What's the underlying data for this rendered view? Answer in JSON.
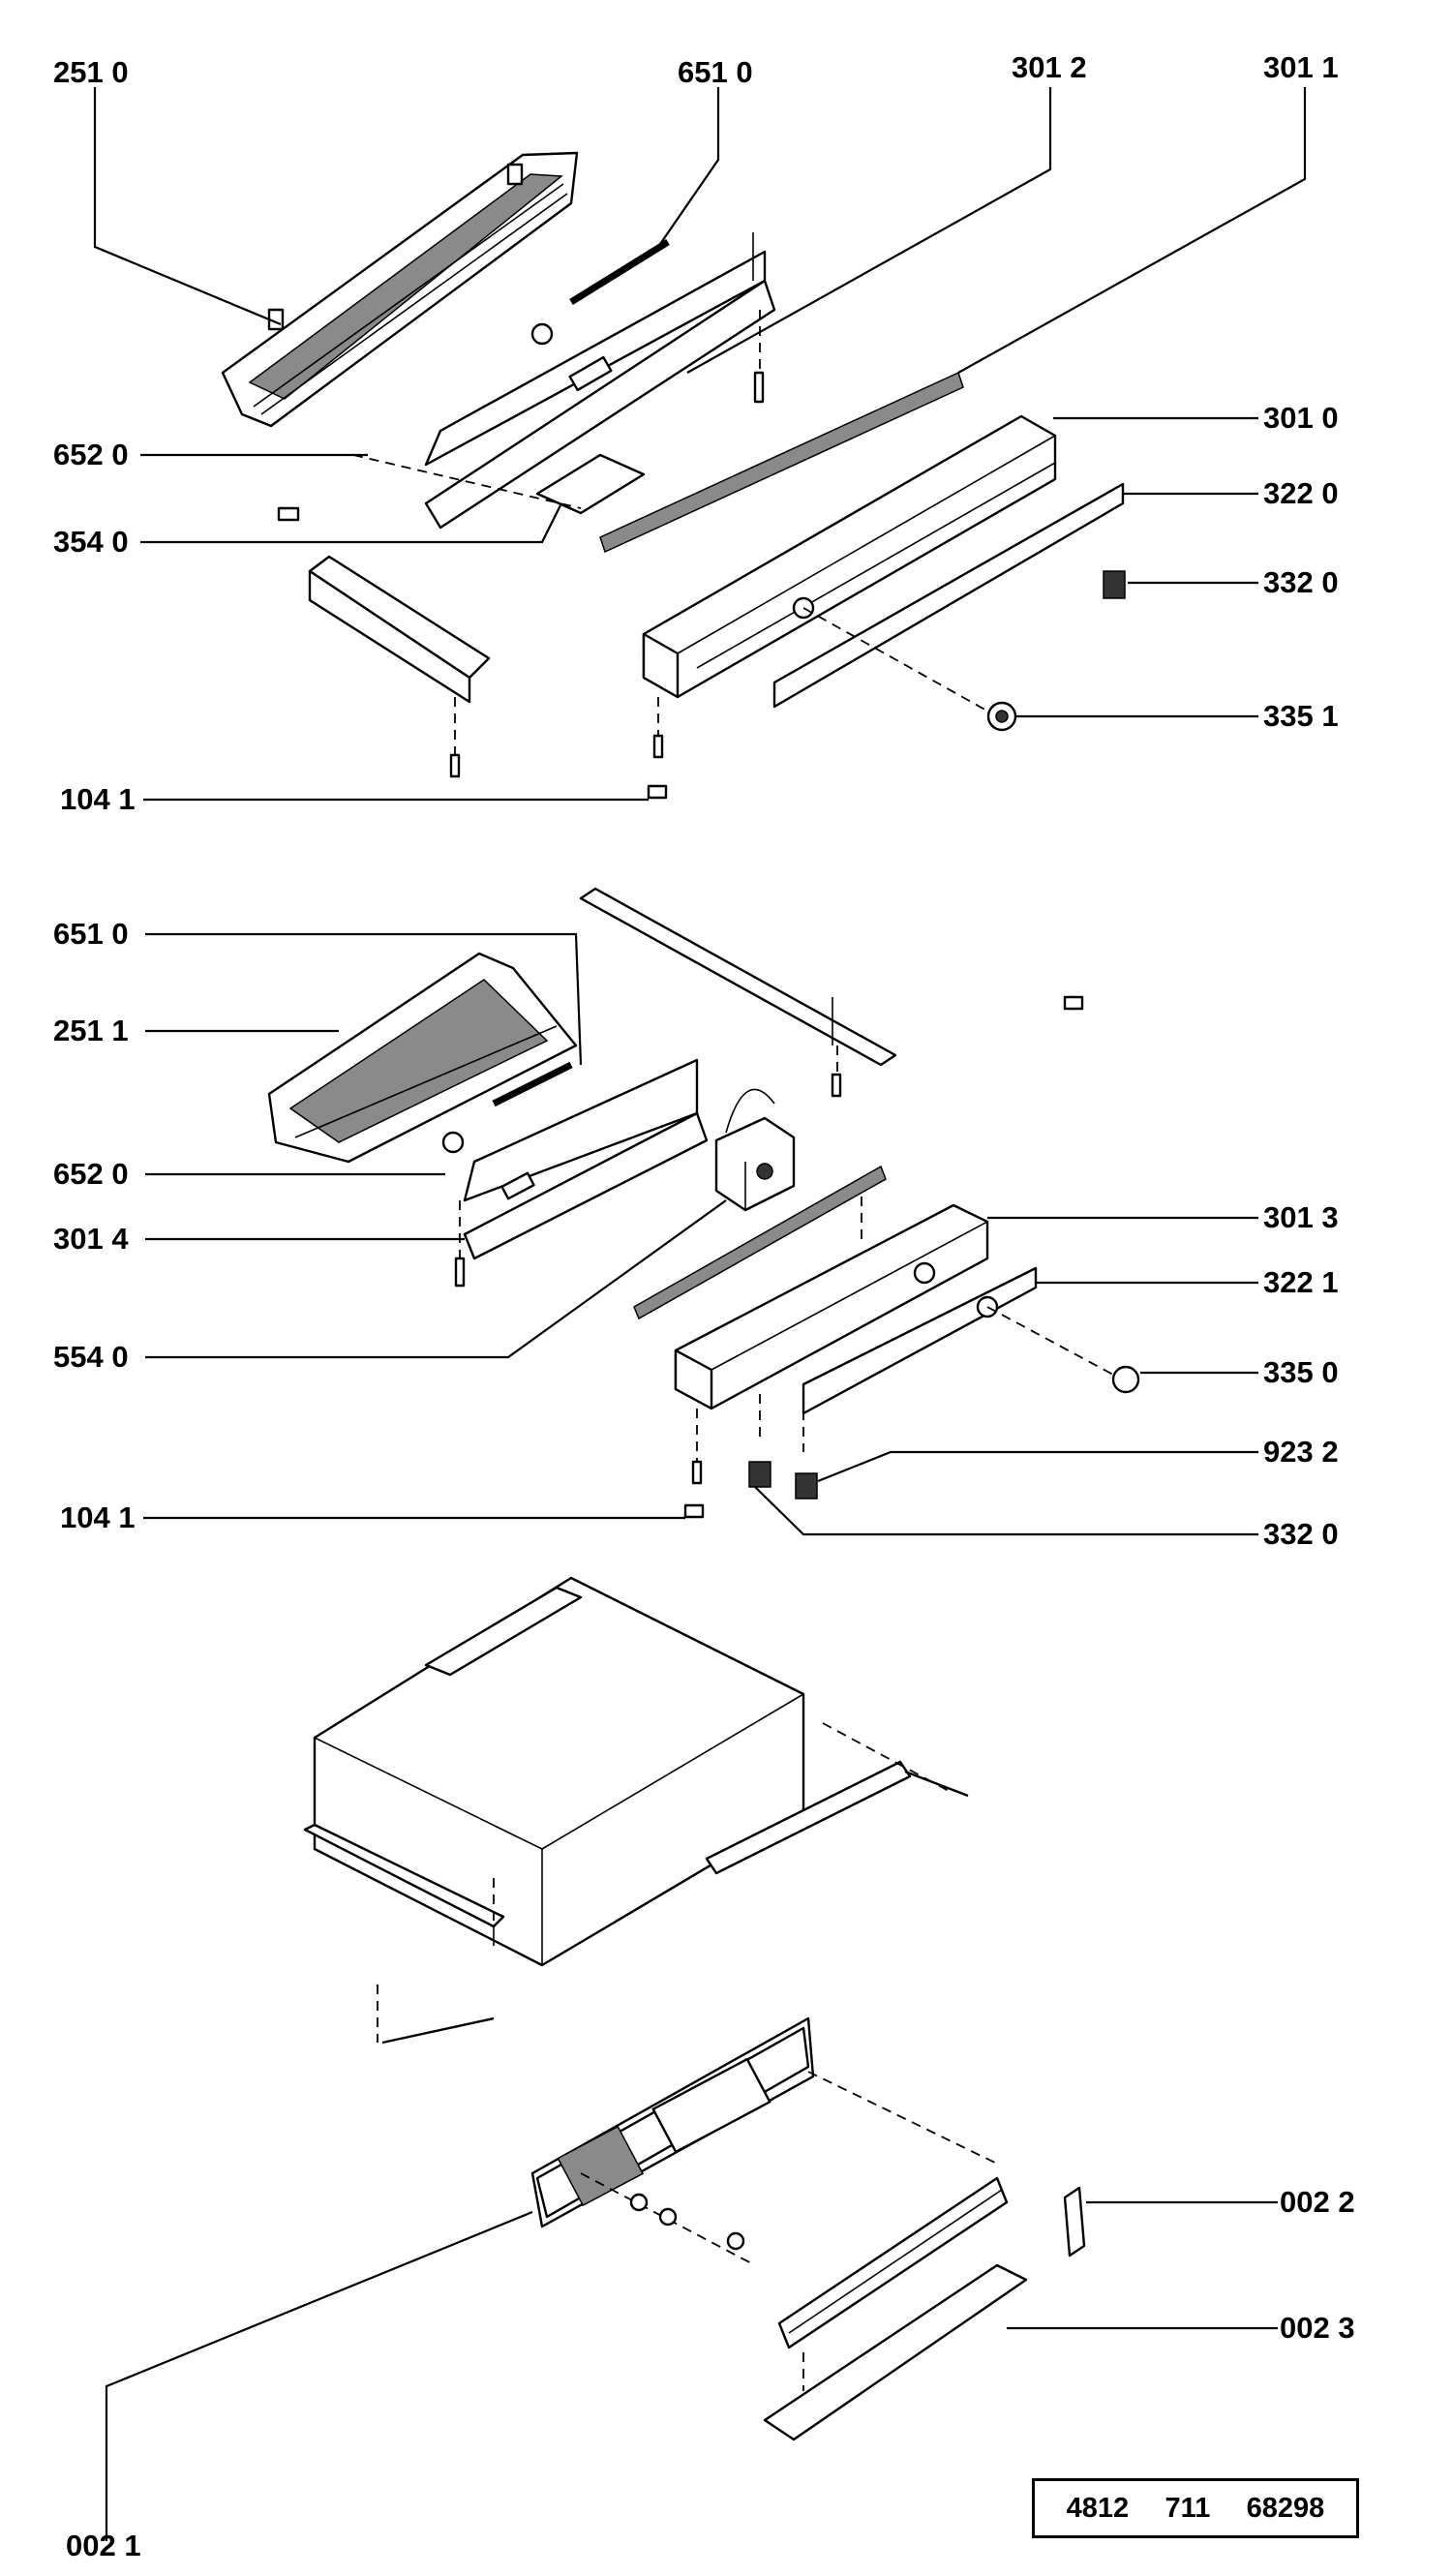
{
  "callouts": {
    "c_251_0": "251 0",
    "c_651_0_top": "651 0",
    "c_301_2": "301 2",
    "c_301_1": "301 1",
    "c_301_0": "301 0",
    "c_322_0": "322 0",
    "c_652_0_top": "652 0",
    "c_354_0": "354 0",
    "c_332_0_top": "332 0",
    "c_335_1": "335 1",
    "c_104_1_top": "104 1",
    "c_651_0_mid": "651 0",
    "c_251_1": "251 1",
    "c_652_0_mid": "652 0",
    "c_301_4": "301 4",
    "c_301_3": "301 3",
    "c_322_1": "322 1",
    "c_554_0": "554 0",
    "c_335_0": "335 0",
    "c_923_2": "923 2",
    "c_104_1_mid": "104 1",
    "c_332_0_mid": "332 0",
    "c_002_2": "002 2",
    "c_002_3": "002 3",
    "c_002_1": "002 1"
  },
  "document_number": {
    "part1": "4812",
    "part2": "711",
    "part3": "68298"
  }
}
